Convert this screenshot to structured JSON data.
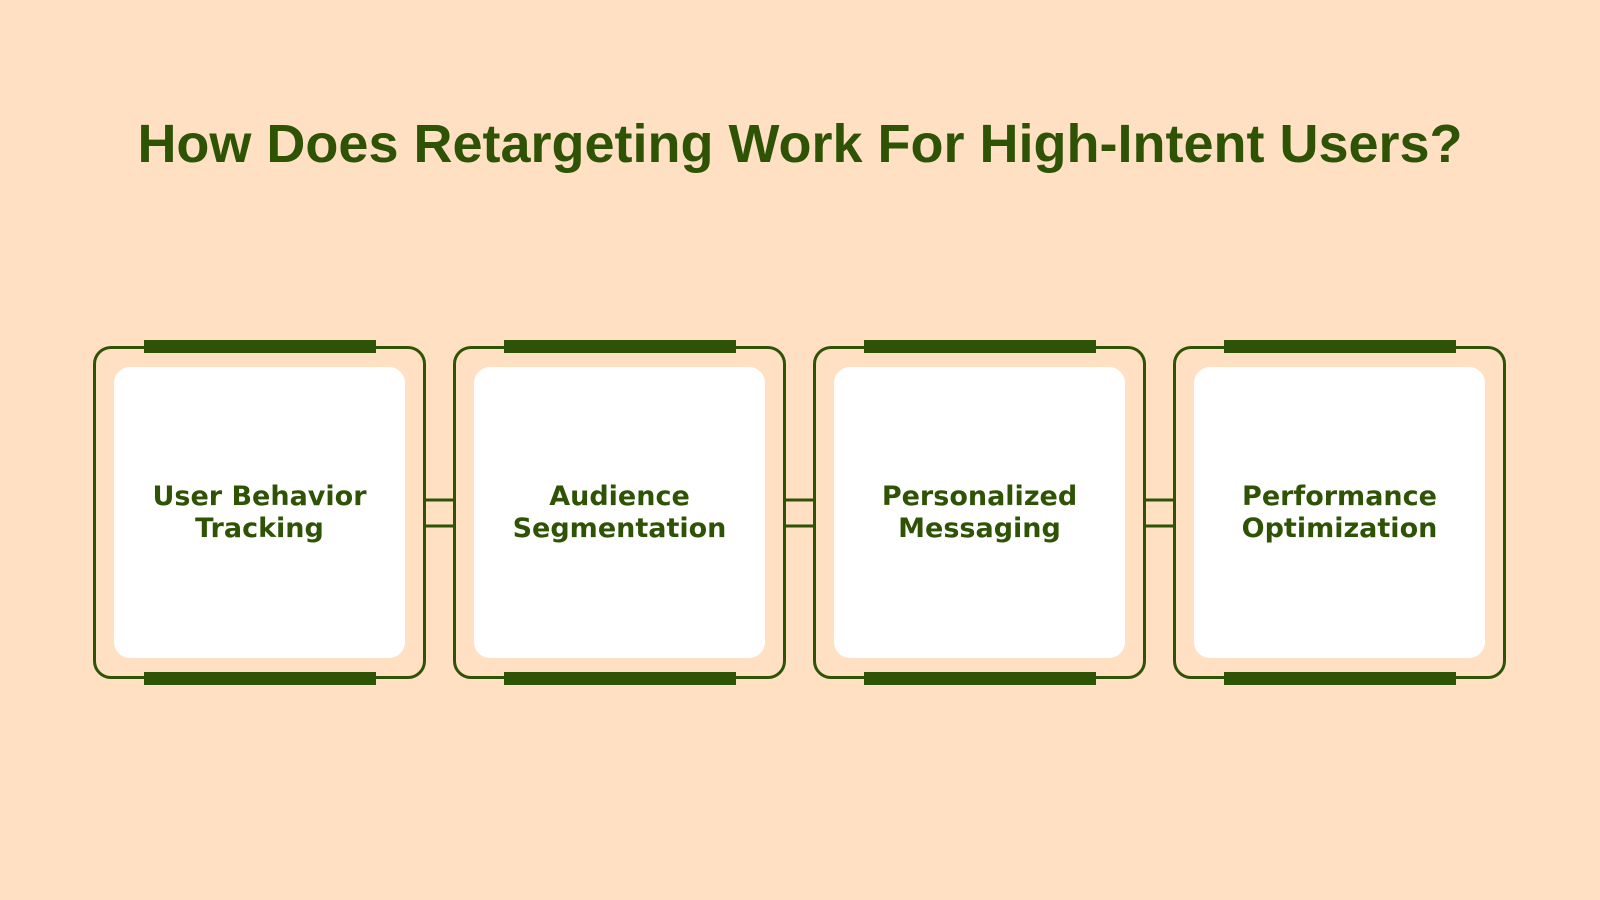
{
  "diagram": {
    "title": "How Does Retargeting Work For High-Intent Users?",
    "steps": [
      {
        "label": "User Behavior Tracking"
      },
      {
        "label": "Audience Segmentation"
      },
      {
        "label": "Personalized Messaging"
      },
      {
        "label": "Performance Optimization"
      }
    ]
  },
  "colors": {
    "background": "#FFE0C3",
    "accent": "#2E5305",
    "card": "#FFFFFF"
  }
}
